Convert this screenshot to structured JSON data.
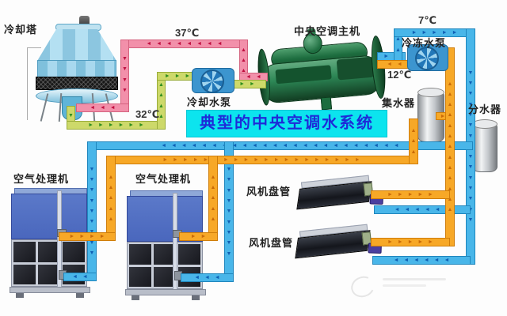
{
  "diagram": {
    "title": "典型的中央空调水系统",
    "components": {
      "cooling_tower": {
        "label": "冷却塔"
      },
      "chiller": {
        "label": "中央空调主机"
      },
      "cooling_pump": {
        "label": "冷却水泵"
      },
      "chilled_pump": {
        "label": "冷冻水泵"
      },
      "collector": {
        "label": "集水器"
      },
      "distributor": {
        "label": "分水器"
      },
      "ahu_1": {
        "label": "空气处理机"
      },
      "ahu_2": {
        "label": "空气处理机"
      },
      "fan_coil_1": {
        "label": "风机盘管"
      },
      "fan_coil_2": {
        "label": "风机盘管"
      }
    },
    "temperatures": {
      "cooling_water_supply": "37℃",
      "cooling_water_return": "32℃",
      "chilled_water_supply": "7℃",
      "chilled_water_return": "12℃"
    },
    "pipe_colors": {
      "cooling_supply_pink": "#f290aa",
      "cooling_return_green": "#cdd96a",
      "chilled_supply_blue": "#49b6e9",
      "chilled_return_orange": "#f7a827"
    },
    "title_style": {
      "background": "#0ce4ee",
      "text_color": "#1e2bd8"
    }
  }
}
